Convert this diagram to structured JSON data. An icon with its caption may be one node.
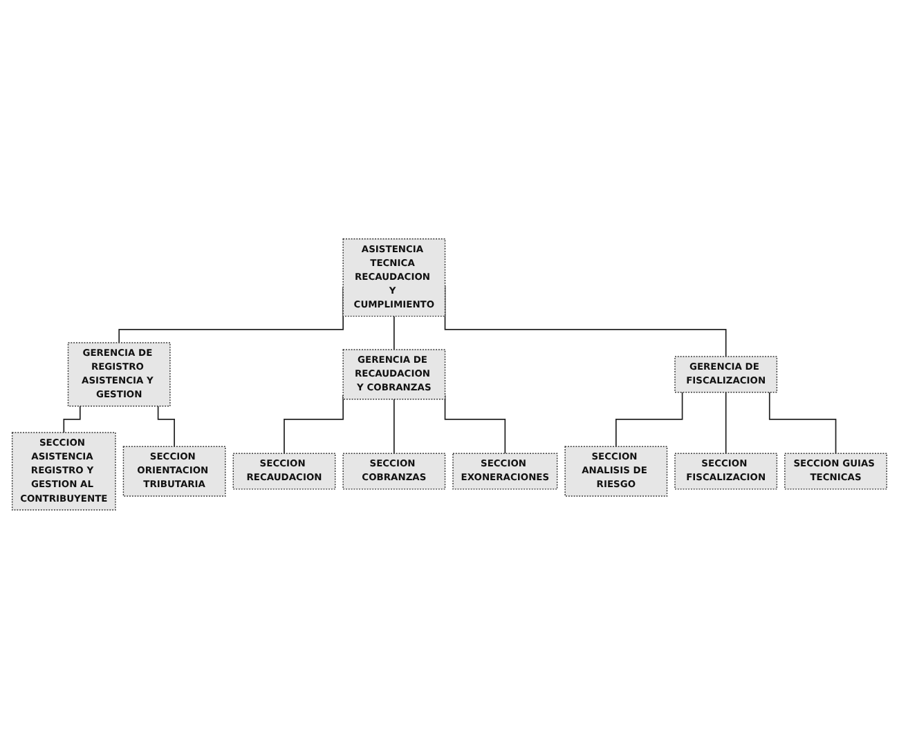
{
  "diagram": {
    "nodes": [
      {
        "text": [
          "ASISTENCIA TECNICA RECAUDACION Y CUMPLIMIENTO"
        ]
      },
      {
        "text": [
          "GERENCIA DE REGISTRO ASISTENCIA Y GESTION"
        ]
      },
      {
        "text": [
          "GERENCIA DE RECAUDACION Y COBRANZAS"
        ]
      },
      {
        "text": [
          "GERENCIA DE FISCALIZACION"
        ]
      },
      {
        "text": [
          "SECCION ASISTENCIA REGISTRO Y GESTION AL CONTRIBUYENTE"
        ]
      },
      {
        "text": [
          "SECCION ORIENTACION TRIBUTARIA"
        ]
      },
      {
        "text": [
          "SECCION RECAUDACION"
        ]
      },
      {
        "text": [
          "SECCION COBRANZAS"
        ]
      },
      {
        "text": [
          "SECCION EXONERACIONES"
        ]
      },
      {
        "text": [
          "SECCION ANALISIS DE RIESGO"
        ]
      },
      {
        "text": [
          "SECCION FISCALIZACION"
        ]
      },
      {
        "text": [
          "SECCION GUIAS TECNICAS"
        ]
      }
    ],
    "edges": [
      {
        "from": 0,
        "to": 1,
        "arrow": "none"
      },
      {
        "from": 0,
        "to": 2,
        "arrow": "none"
      },
      {
        "from": 0,
        "to": 3,
        "arrow": "none"
      },
      {
        "from": 1,
        "to": 4,
        "arrow": "none"
      },
      {
        "from": 1,
        "to": 5,
        "arrow": "none"
      },
      {
        "from": 2,
        "to": 6,
        "arrow": "none"
      },
      {
        "from": 2,
        "to": 7,
        "arrow": "none"
      },
      {
        "from": 2,
        "to": 8,
        "arrow": "none"
      },
      {
        "from": 3,
        "to": 9,
        "arrow": "none"
      },
      {
        "from": 3,
        "to": 10,
        "arrow": "none"
      },
      {
        "from": 3,
        "to": 11,
        "arrow": "none"
      }
    ]
  }
}
